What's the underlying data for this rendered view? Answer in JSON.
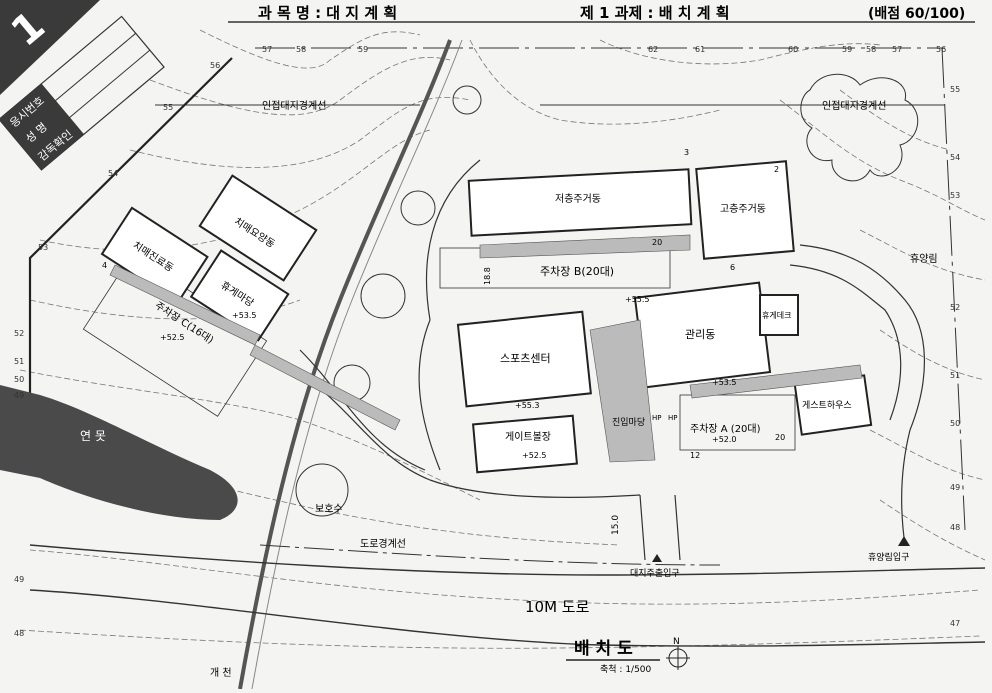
{
  "header": {
    "subject": "과 목 명 : 대 지 계 획",
    "task": "제 1 과제 : 배 치 계 획",
    "score": "(배점 60/100)",
    "page_number": "1"
  },
  "id_box": {
    "exam_number_label": "응시번호",
    "name_label": "성  명",
    "supervisor_label": "감독확인"
  },
  "buildings": {
    "low_rise_housing": "저층주거동",
    "high_rise_housing": "고층주거동",
    "dental_clinic": "치매진료동",
    "dental_care": "치매요양동",
    "rest_yard_left": "휴게마당",
    "sports_center": "스포츠센터",
    "management": "관리동",
    "rest_deck": "휴게데크",
    "gateball": "게이트볼장",
    "guest_house": "게스트하우스",
    "parking_b": "주차장 B(20대)",
    "parking_c": "주차장 C(16대)",
    "parking_a": "주차장 A (20대)",
    "entrance_yard": "진입마당",
    "pond": "연 못",
    "protected_tree": "보호수",
    "hp_left": "HP",
    "hp_right": "HP",
    "level_parking_b": "+55.5",
    "level_rest": "+53.5",
    "level_parking_c": "+52.5",
    "level_gateball": "+52.5",
    "level_parking_a": "+52.0",
    "level_mgmt": "+53.5",
    "level_mid": "+55.3"
  },
  "labels": {
    "adjacent_boundary_left": "인접대지경계선",
    "adjacent_boundary_right": "인접대지경계선",
    "road_boundary": "도로경계선",
    "road": "10M 도로",
    "site_entrance": "대지주출입구",
    "forest_entrance": "휴양림입구",
    "forest": "휴양림",
    "stream": "개   천"
  },
  "dimensions": {
    "d15": "15.0",
    "d18": "18.8",
    "d20a": "20",
    "d20b": "20",
    "d12": "12",
    "d3": "3",
    "d2": "2",
    "d4": "4",
    "d6": "6"
  },
  "contours": {
    "top": [
      "57",
      "58",
      "59",
      "62",
      "61",
      "60",
      "59",
      "58",
      "57",
      "56"
    ],
    "left": [
      "56",
      "55",
      "54",
      "53",
      "52",
      "51",
      "50",
      "49",
      "49",
      "48"
    ],
    "right": [
      "55",
      "54",
      "53",
      "52",
      "51",
      "50",
      "49",
      "48",
      "47"
    ]
  },
  "footer": {
    "title": "배  치  도",
    "scale": "축척 : 1/500",
    "north": "N"
  }
}
